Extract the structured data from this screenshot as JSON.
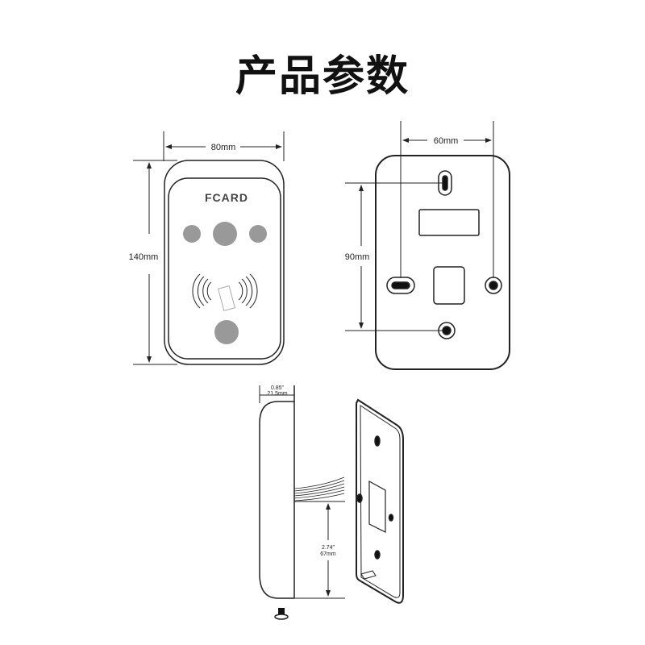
{
  "title": "产品参数",
  "front_view": {
    "brand": "FCARD",
    "width_label": "80mm",
    "height_label": "140mm"
  },
  "back_view": {
    "hole_spacing_horizontal": "60mm",
    "hole_spacing_vertical": "90mm"
  },
  "side_view": {
    "depth_inch": "0.85\"",
    "depth_mm": "21.5mm",
    "cable_height_inch": "2.74\"",
    "cable_height_mm": "67mm"
  },
  "colors": {
    "line": "#222222",
    "button_fill": "#999999"
  }
}
